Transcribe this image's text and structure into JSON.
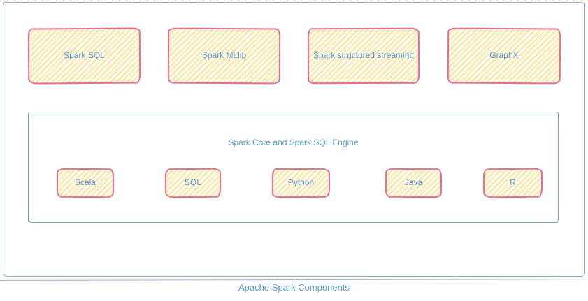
{
  "diagram": {
    "caption": "Apache Spark Components",
    "top_components": [
      {
        "label": "Spark SQL"
      },
      {
        "label": "Spark MLlib"
      },
      {
        "label": "Spark structured streaming"
      },
      {
        "label": "GraphX"
      }
    ],
    "core_container": {
      "title": "Spark Core and Spark SQL Engine",
      "languages": [
        {
          "label": "Scala"
        },
        {
          "label": "SQL"
        },
        {
          "label": "Python"
        },
        {
          "label": "Java"
        },
        {
          "label": "R"
        }
      ]
    },
    "colors": {
      "accent_text": "#5b9bd5",
      "box_border": "#ef6b87",
      "box_hatch": "#f3ce5c",
      "frame_border": "#8ba3ce",
      "container_border": "#7e97c5"
    }
  }
}
